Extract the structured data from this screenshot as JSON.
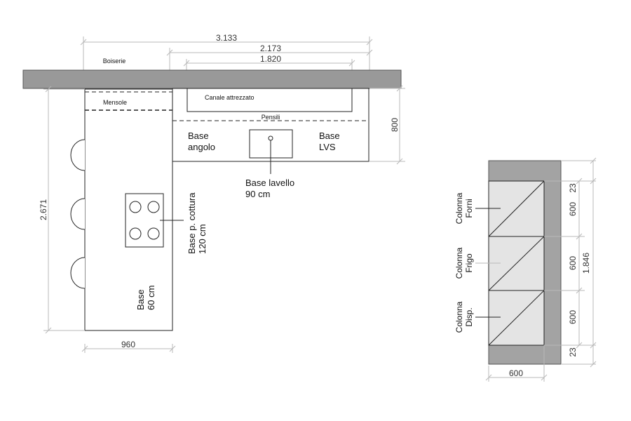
{
  "plan": {
    "dims": {
      "total_width": "3.133",
      "span_2173": "2.173",
      "span_1820": "1.820",
      "height_800": "800",
      "depth_2671": "2.671",
      "island_width": "960"
    },
    "labels": {
      "boiserie": "Boiserie",
      "mensole": "Mensole",
      "canale": "Canale attrezzato",
      "pensili": "Pensili",
      "base_angolo_1": "Base",
      "base_angolo_2": "angolo",
      "base_lvs_1": "Base",
      "base_lvs_2": "LVS",
      "base_lavello_1": "Base lavello",
      "base_lavello_2": "90 cm",
      "base_cottura_1": "Base p. cottura",
      "base_cottura_2": "120 cm",
      "base60_1": "Base",
      "base60_2": "60 cm"
    }
  },
  "elevation": {
    "columns": [
      {
        "line1": "Colonna",
        "line2": "Forni"
      },
      {
        "line1": "Colonna",
        "line2": "Frigo"
      },
      {
        "line1": "Colonna",
        "line2": "Disp."
      }
    ],
    "dims": {
      "top_gap": "23",
      "section_1": "600",
      "section_2": "600",
      "section_3": "600",
      "bottom_gap": "23",
      "total_height": "1.846",
      "width": "600"
    }
  }
}
